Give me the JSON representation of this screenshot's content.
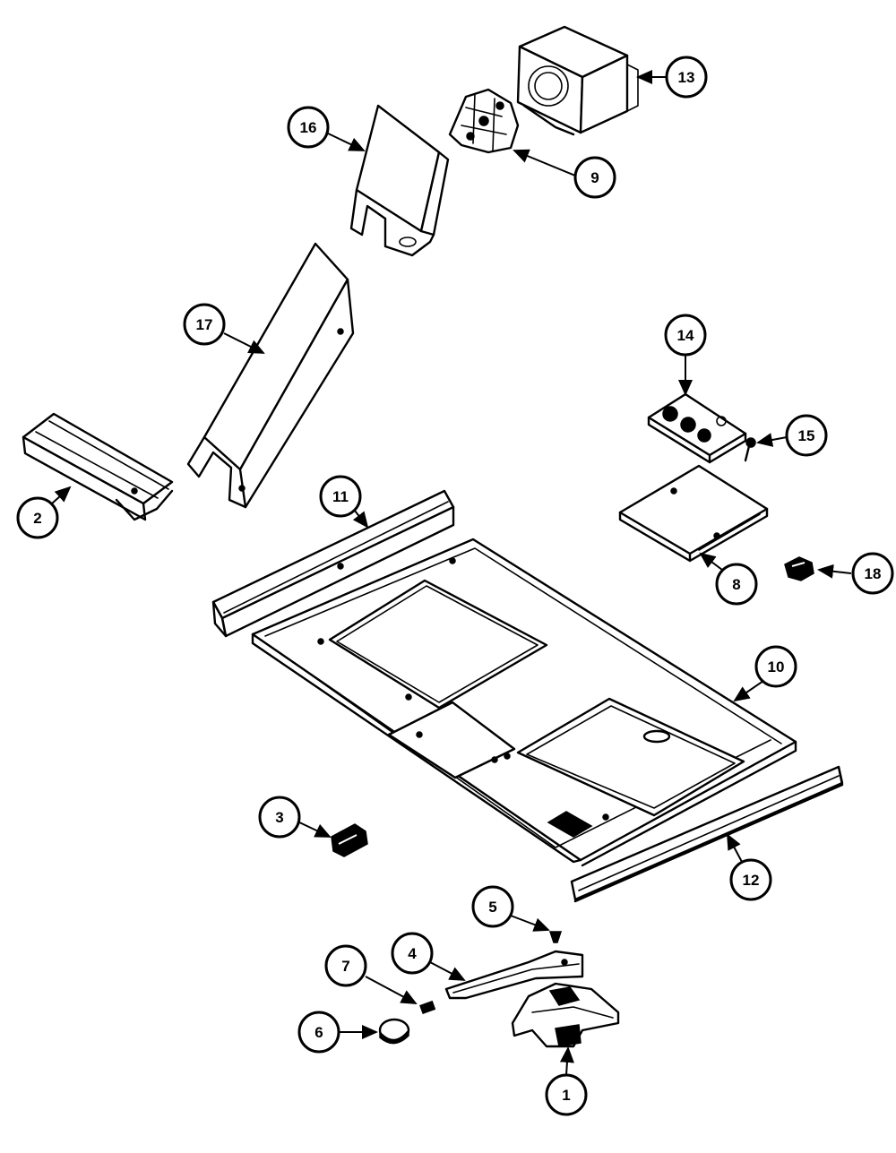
{
  "diagram": {
    "callouts": [
      {
        "id": "c1",
        "label": "1"
      },
      {
        "id": "c2",
        "label": "2"
      },
      {
        "id": "c3",
        "label": "3"
      },
      {
        "id": "c4",
        "label": "4"
      },
      {
        "id": "c5",
        "label": "5"
      },
      {
        "id": "c6",
        "label": "6"
      },
      {
        "id": "c7",
        "label": "7"
      },
      {
        "id": "c8",
        "label": "8"
      },
      {
        "id": "c9",
        "label": "9"
      },
      {
        "id": "c10",
        "label": "10"
      },
      {
        "id": "c11",
        "label": "11"
      },
      {
        "id": "c12",
        "label": "12"
      },
      {
        "id": "c13",
        "label": "13"
      },
      {
        "id": "c14",
        "label": "14"
      },
      {
        "id": "c15",
        "label": "15"
      },
      {
        "id": "c16",
        "label": "16"
      },
      {
        "id": "c17",
        "label": "17"
      },
      {
        "id": "c18",
        "label": "18"
      }
    ],
    "colors": {
      "ink": "#000000",
      "paper": "#ffffff"
    }
  }
}
